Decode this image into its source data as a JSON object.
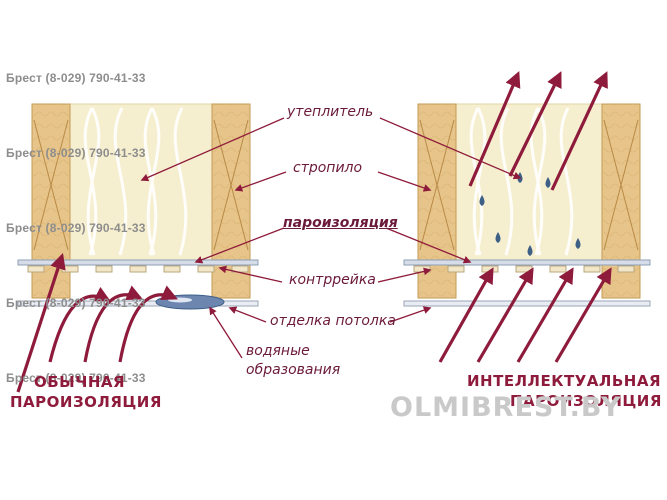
{
  "labels": {
    "insulation": "утеплитель",
    "rafter": "стропило",
    "vapor_barrier": "пароизоляция",
    "counter_batten": "контррейка",
    "ceiling_finish": "отделка потолка",
    "water_formation_line1": "водяные",
    "water_formation_line2": "образования"
  },
  "titles": {
    "left_line1": "ОБЫЧНАЯ",
    "left_line2": "ПАРОИЗОЛЯЦИЯ",
    "right_line1": "ИНТЕЛЛЕКТУАЛЬНАЯ",
    "right_line2": "ПАРОИЗОЛЯЦИЯ"
  },
  "watermark": "OLMIBREST.BY",
  "phones": [
    "Брест (8-029) 790-41-33",
    "Брест (8-029) 790-41-33",
    "Брест (8-029) 790-41-33",
    "Брест (8-029) 790-41-33",
    "Брест (8-029) 790-41-33"
  ],
  "colors": {
    "arrow": "#8e1b3b",
    "wood": "#e6c48a",
    "insulation": "#f6efcf",
    "droplet": "#3e5f86"
  }
}
